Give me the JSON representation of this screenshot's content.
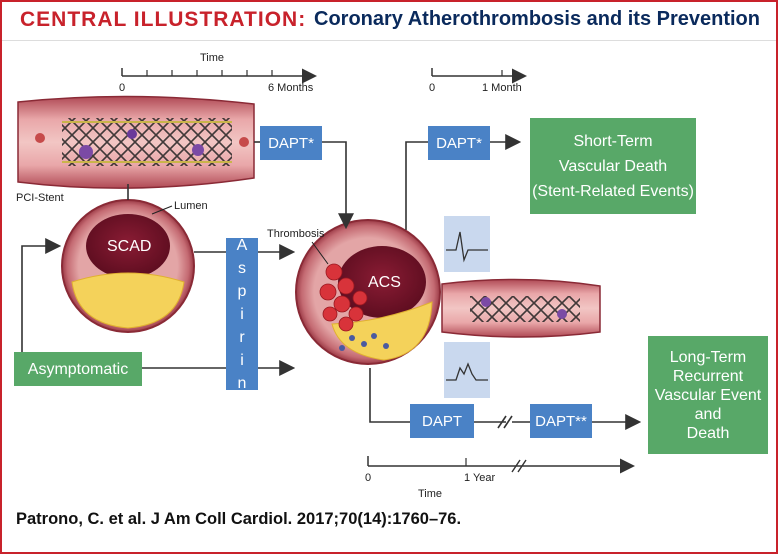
{
  "header": {
    "tag": "CENTRAL ILLUSTRATION:",
    "title": "Coronary Atherothrombosis and its Prevention"
  },
  "timeline_top_left": {
    "label": "Time",
    "start": "0",
    "end": "6 Months"
  },
  "timeline_top_right": {
    "start": "0",
    "end": "1 Month"
  },
  "timeline_bottom": {
    "start": "0",
    "mid": "1 Year",
    "label": "Time"
  },
  "labels": {
    "pci_stent": "PCI-Stent",
    "lumen": "Lumen",
    "scad": "SCAD",
    "thrombosis": "Thrombosis",
    "acs": "ACS"
  },
  "boxes": {
    "dapt_star_left": "DAPT*",
    "dapt_star_right": "DAPT*",
    "dapt": "DAPT",
    "dapt_double_star": "DAPT**",
    "aspirin": [
      "A",
      "s",
      "p",
      "i",
      "r",
      "i",
      "n"
    ],
    "asymptomatic": "Asymptomatic",
    "short_term": [
      "Short-Term",
      "Vascular Death",
      "(Stent-Related Events)"
    ],
    "long_term": [
      "Long-Term",
      "Recurrent",
      "Vascular Event",
      "and",
      "Death"
    ]
  },
  "citation": "Patrono, C. et al. J Am Coll Cardiol. 2017;70(14):1760–76.",
  "colors": {
    "accent": "#c8222b",
    "navy": "#0a2a5c",
    "blue_box": "#4a82c6",
    "green_box": "#58a868"
  }
}
